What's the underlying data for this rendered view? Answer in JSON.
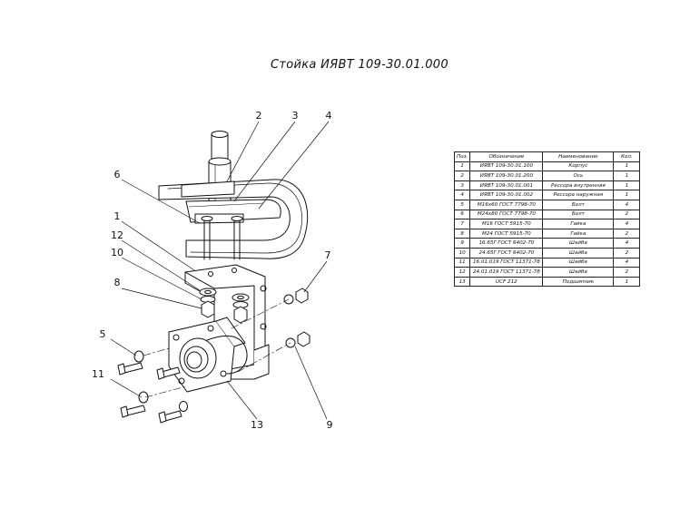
{
  "title": "Стойка ИЯВТ 109-30.01.000",
  "callouts": [
    "1",
    "2",
    "3",
    "4",
    "5",
    "6",
    "7",
    "8",
    "9",
    "10",
    "11",
    "12",
    "13"
  ],
  "spec_table": {
    "headers": [
      "Поз.",
      "Обозначение",
      "Наименование",
      "Кол."
    ],
    "rows": [
      [
        "1",
        "ИЯВТ 109-30.01.100",
        "Корпус",
        "1"
      ],
      [
        "2",
        "ИЯВТ 109-30.01.200",
        "Ось",
        "1"
      ],
      [
        "3",
        "ИЯВТ 109-30.01.001",
        "Рессора внутренняя",
        "1"
      ],
      [
        "4",
        "ИЯВТ 109-30.01.002",
        "Рессора наружная",
        "1"
      ],
      [
        "5",
        "М16х60 ГОСТ 7798-70",
        "Болт",
        "4"
      ],
      [
        "6",
        "М24х80 ГОСТ 7798-70",
        "Болт",
        "2"
      ],
      [
        "7",
        "М16  ГОСТ 5915-70",
        "Гайка",
        "4"
      ],
      [
        "8",
        "М24  ГОСТ 5915-70",
        "Гайка",
        "2"
      ],
      [
        "9",
        "16.65Г ГОСТ 6402-70",
        "Шайба",
        "4"
      ],
      [
        "10",
        "24.65Г ГОСТ 6402-70",
        "Шайба",
        "2"
      ],
      [
        "11",
        "16.01.019 ГОСТ 11371-78",
        "Шайба",
        "4"
      ],
      [
        "12",
        "24.01.019 ГОСТ 11371-78",
        "Шайба",
        "2"
      ],
      [
        "13",
        "UCF 212",
        "Подшипник",
        "1"
      ]
    ]
  }
}
